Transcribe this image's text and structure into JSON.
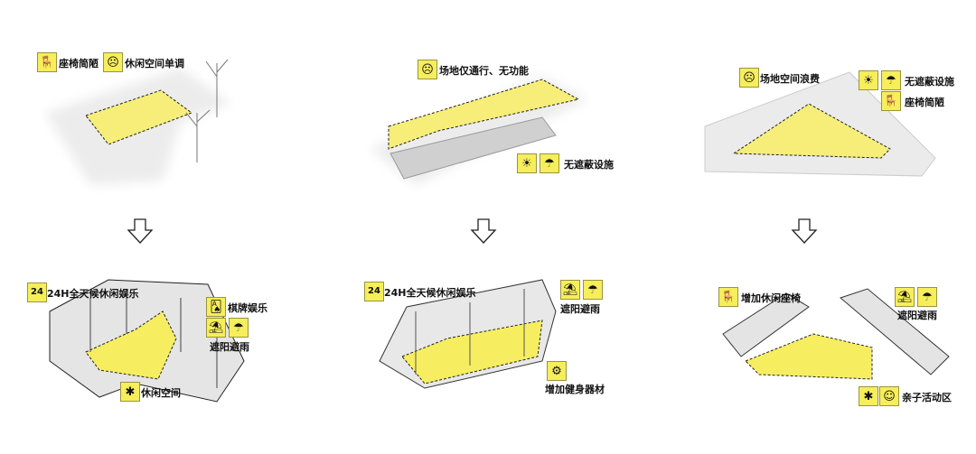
{
  "colors": {
    "accent": "#f6ee5a",
    "ground": "#e9e9e9",
    "outline": "#222222"
  },
  "before": [
    {
      "labels": [
        "座椅简陋",
        "休闲空间单调"
      ]
    },
    {
      "labels": [
        "场地仅通行、无功能",
        "无遮蔽设施"
      ]
    },
    {
      "labels": [
        "场地空间浪费",
        "无遮蔽设施",
        "座椅简陋"
      ]
    }
  ],
  "after": [
    {
      "labels": [
        "24H全天候休闲娱乐",
        "棋牌娱乐",
        "遮阳避雨",
        "休闲空间"
      ]
    },
    {
      "labels": [
        "24H全天候休闲娱乐",
        "遮阳避雨",
        "增加健身器材"
      ]
    },
    {
      "labels": [
        "增加休闲座椅",
        "遮阳避雨",
        "亲子活动区"
      ]
    }
  ],
  "icons": {
    "bench": "🪑",
    "sad": "☹",
    "sun": "☀",
    "rain": "☂",
    "clock24": "24",
    "cards": "🂡",
    "shade": "⛱",
    "umbrella": "☂",
    "person": "✱",
    "gym": "⚙",
    "child": "☺"
  }
}
